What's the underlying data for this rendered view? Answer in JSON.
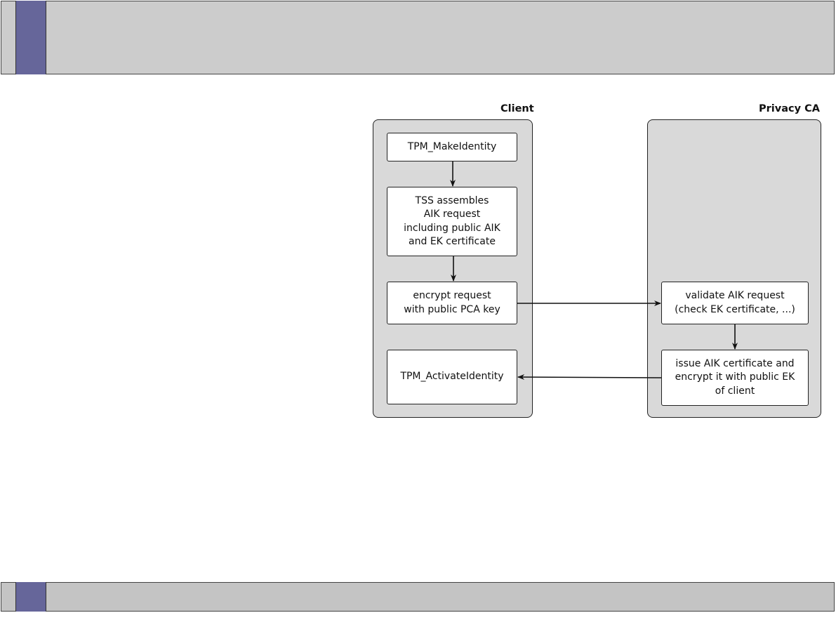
{
  "diagram": {
    "lanes": {
      "client": "Client",
      "privacy_ca": "Privacy CA"
    },
    "steps": {
      "make_identity": "TPM_MakeIdentity",
      "tss_assembles": "TSS assembles\nAIK request\nincluding public AIK\nand EK certificate",
      "encrypt_request": "encrypt request\nwith public PCA key",
      "activate_identity": "TPM_ActivateIdentity",
      "validate_request": "validate AIK request\n(check EK certificate, ...)",
      "issue_certificate": "issue AIK certificate and\nencrypt it with public EK\nof client"
    }
  }
}
